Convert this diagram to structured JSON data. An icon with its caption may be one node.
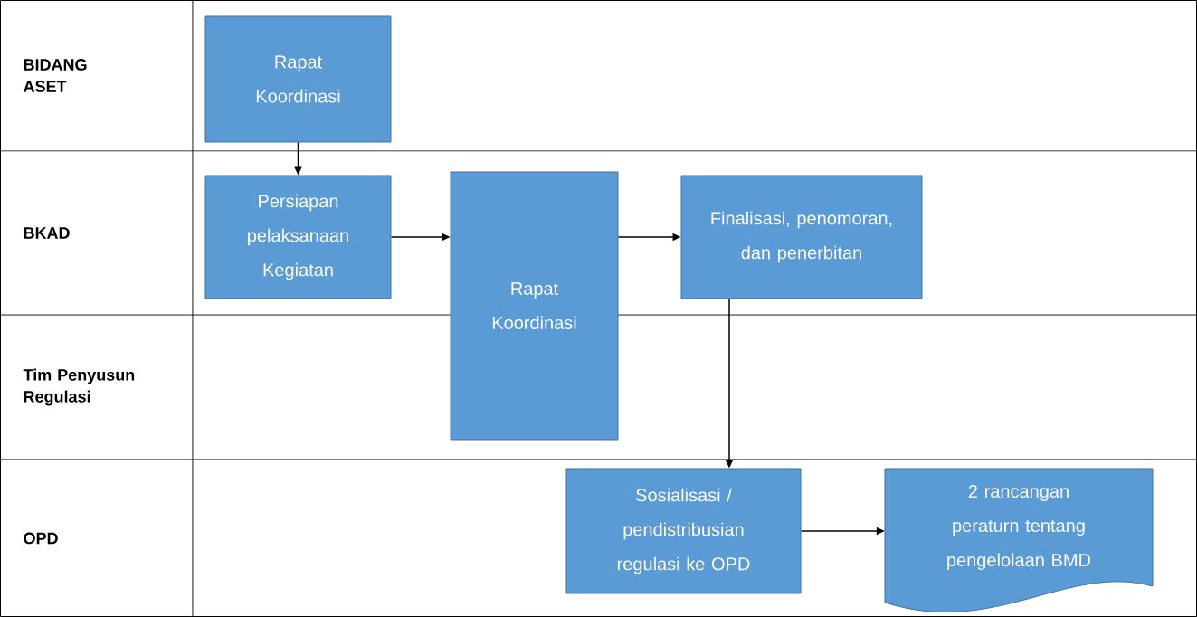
{
  "diagram": {
    "nodes": [
      {
        "text": [
          "Rapat Koordinasi"
        ]
      },
      {
        "text": [
          "Persiapan pelaksanaan Kegiatan"
        ]
      },
      {
        "text": [
          "Rapat Koordinasi"
        ]
      },
      {
        "text": [
          "Finalisasi, penomoran, dan penerbitan"
        ]
      },
      {
        "text": [
          "Sosialisasi / pendistribusian regulasi ke OPD"
        ]
      },
      {
        "text": [
          "2 rancangan peraturn tentang pengelolaan BMD"
        ]
      }
    ],
    "edges": [
      {
        "from": 0,
        "to": 1,
        "arrow": "to"
      },
      {
        "from": 1,
        "to": 2,
        "arrow": "to"
      },
      {
        "from": 2,
        "to": 3,
        "arrow": "to"
      },
      {
        "from": 3,
        "to": 4,
        "arrow": "to"
      },
      {
        "from": 4,
        "to": 5,
        "arrow": "to"
      }
    ],
    "labels": [
      "BIDANG ASET",
      "BKAD",
      "Tim Penyusun Regulasi",
      "OPD"
    ]
  }
}
